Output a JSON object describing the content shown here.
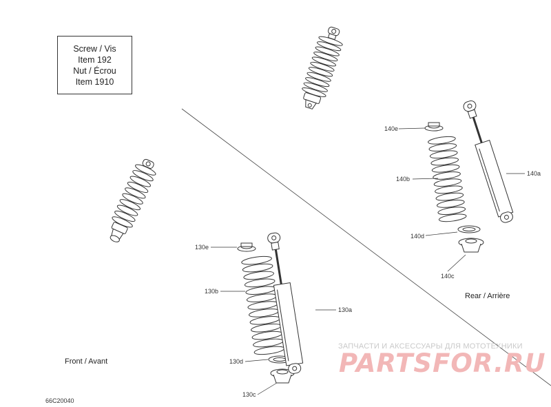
{
  "note_box": {
    "line1": "Screw / Vis",
    "line2": "Item 192",
    "line3": "Nut / Écrou",
    "line4": "Item 1910"
  },
  "callouts": {
    "c140e": "140e",
    "c140b": "140b",
    "c140a": "140a",
    "c140d": "140d",
    "c140c": "140c",
    "c130e": "130e",
    "c130b": "130b",
    "c130a": "130a",
    "c130d": "130d",
    "c130c": "130c"
  },
  "captions": {
    "front": "Front / Avant",
    "rear": "Rear / Arrière",
    "drawing_code": "66C20040"
  },
  "watermark": {
    "tagline": "ЗАПЧАСТИ И АКСЕССУАРЫ ДЛЯ МОТОТЕХНИКИ",
    "brand": "PARTSFOR.RU"
  },
  "colors": {
    "line": "#333333",
    "watermark_text": "#c9c9c9",
    "watermark_brand": "#f2b7b7"
  }
}
